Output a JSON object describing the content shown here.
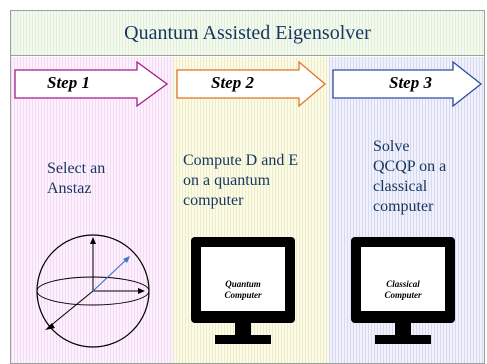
{
  "title": "Quantum Assisted Eigensolver",
  "colors": {
    "title_text": "#17365d",
    "step1_arrow": "#a61c8c",
    "step2_arrow": "#e0732a",
    "step3_arrow": "#2e4fa0"
  },
  "steps": [
    {
      "label": "Step 1",
      "text_lines": [
        "Select an",
        "Anstaz"
      ],
      "graphic": "bloch-sphere-icon"
    },
    {
      "label": "Step 2",
      "text_lines": [
        "Compute D and E",
        "on a quantum",
        "computer"
      ],
      "graphic": "monitor-icon",
      "screen_lines": [
        "Quantum",
        "Computer"
      ]
    },
    {
      "label": "Step 3",
      "text_lines": [
        "Solve",
        "QCQP on a",
        "classical",
        "computer"
      ],
      "graphic": "monitor-icon",
      "screen_lines": [
        "Classical",
        "Computer"
      ]
    }
  ]
}
